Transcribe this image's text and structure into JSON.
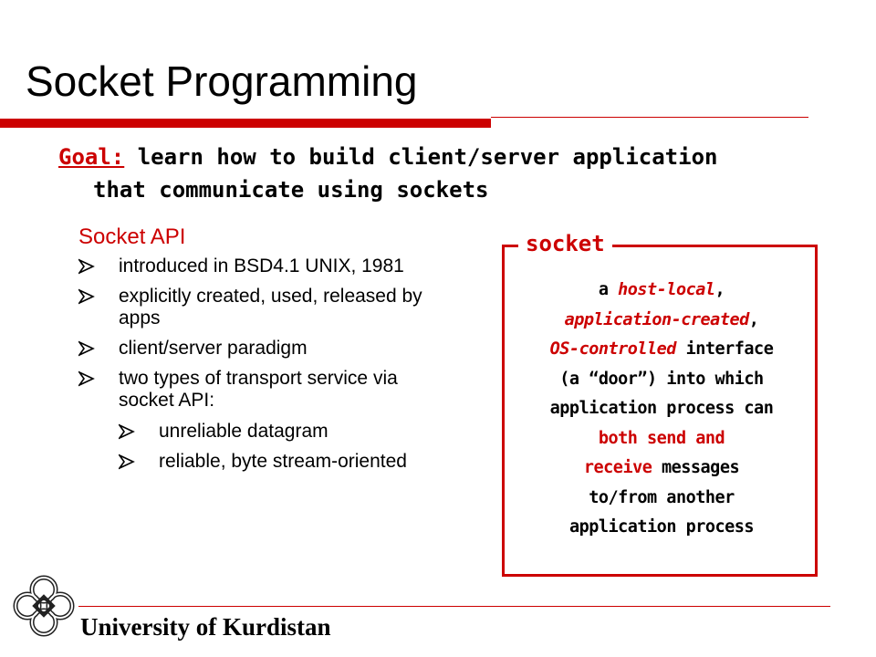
{
  "slide": {
    "title": "Socket Programming",
    "goal": {
      "label": "Goal:",
      "line1": "learn how to build client/server application",
      "line2": "that communicate using sockets"
    },
    "api": {
      "heading": "Socket API",
      "bullets": [
        "introduced in BSD4.1 UNIX, 1981",
        "explicitly created, used, released by apps",
        "client/server paradigm",
        "two types of transport service via socket API:"
      ],
      "sub_bullets": [
        "unreliable datagram",
        "reliable, byte stream-oriented"
      ]
    },
    "socket_box": {
      "label": "socket",
      "seg1": "a ",
      "seg2": "host-local",
      "seg3": ",",
      "seg4": "application-created",
      "seg5": ",",
      "seg6": "OS-controlled",
      "seg7": " interface",
      "seg8": "(a “door”) into which",
      "seg9": "application process can",
      "seg10": "both send and",
      "seg11": "receive",
      "seg12": " messages",
      "seg13": "to/from another",
      "seg14": "application process"
    },
    "footer": {
      "university": "University of Kurdistan"
    },
    "colors": {
      "accent": "#cc0000",
      "text": "#000000",
      "background": "#ffffff"
    },
    "icons": {
      "bullet": "arrowhead-bullet-icon",
      "logo": "knot-logo-icon"
    }
  }
}
